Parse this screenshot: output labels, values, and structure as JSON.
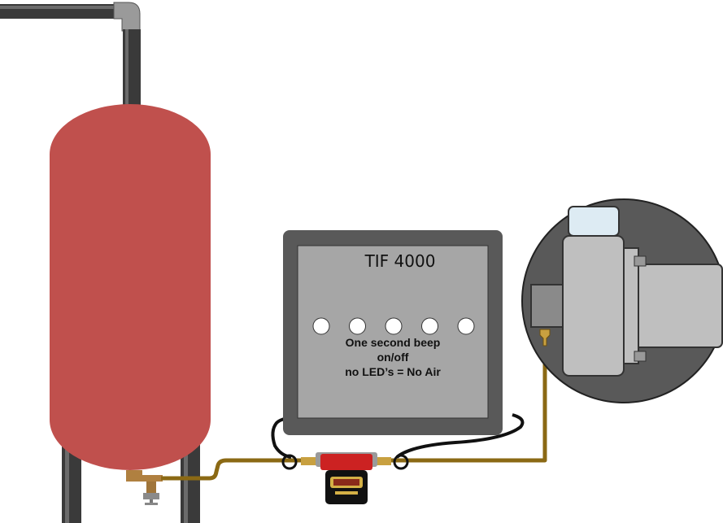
{
  "device": {
    "title": "TIF 4000",
    "note_lines": [
      "One second beep",
      "on/off",
      "no LED’s = No Air"
    ],
    "led_count": 5,
    "leds_lit": 0
  },
  "colors": {
    "tank": "#c0504d",
    "pipe": "#3a3a3a",
    "oil_line": "#8b6914",
    "cable": "#111111",
    "device_frame": "#595959",
    "device_panel": "#a6a6a6",
    "filter_body": "#cc2222",
    "burner_body": "#bfbfbf",
    "burner_top": "#ddebf3"
  }
}
